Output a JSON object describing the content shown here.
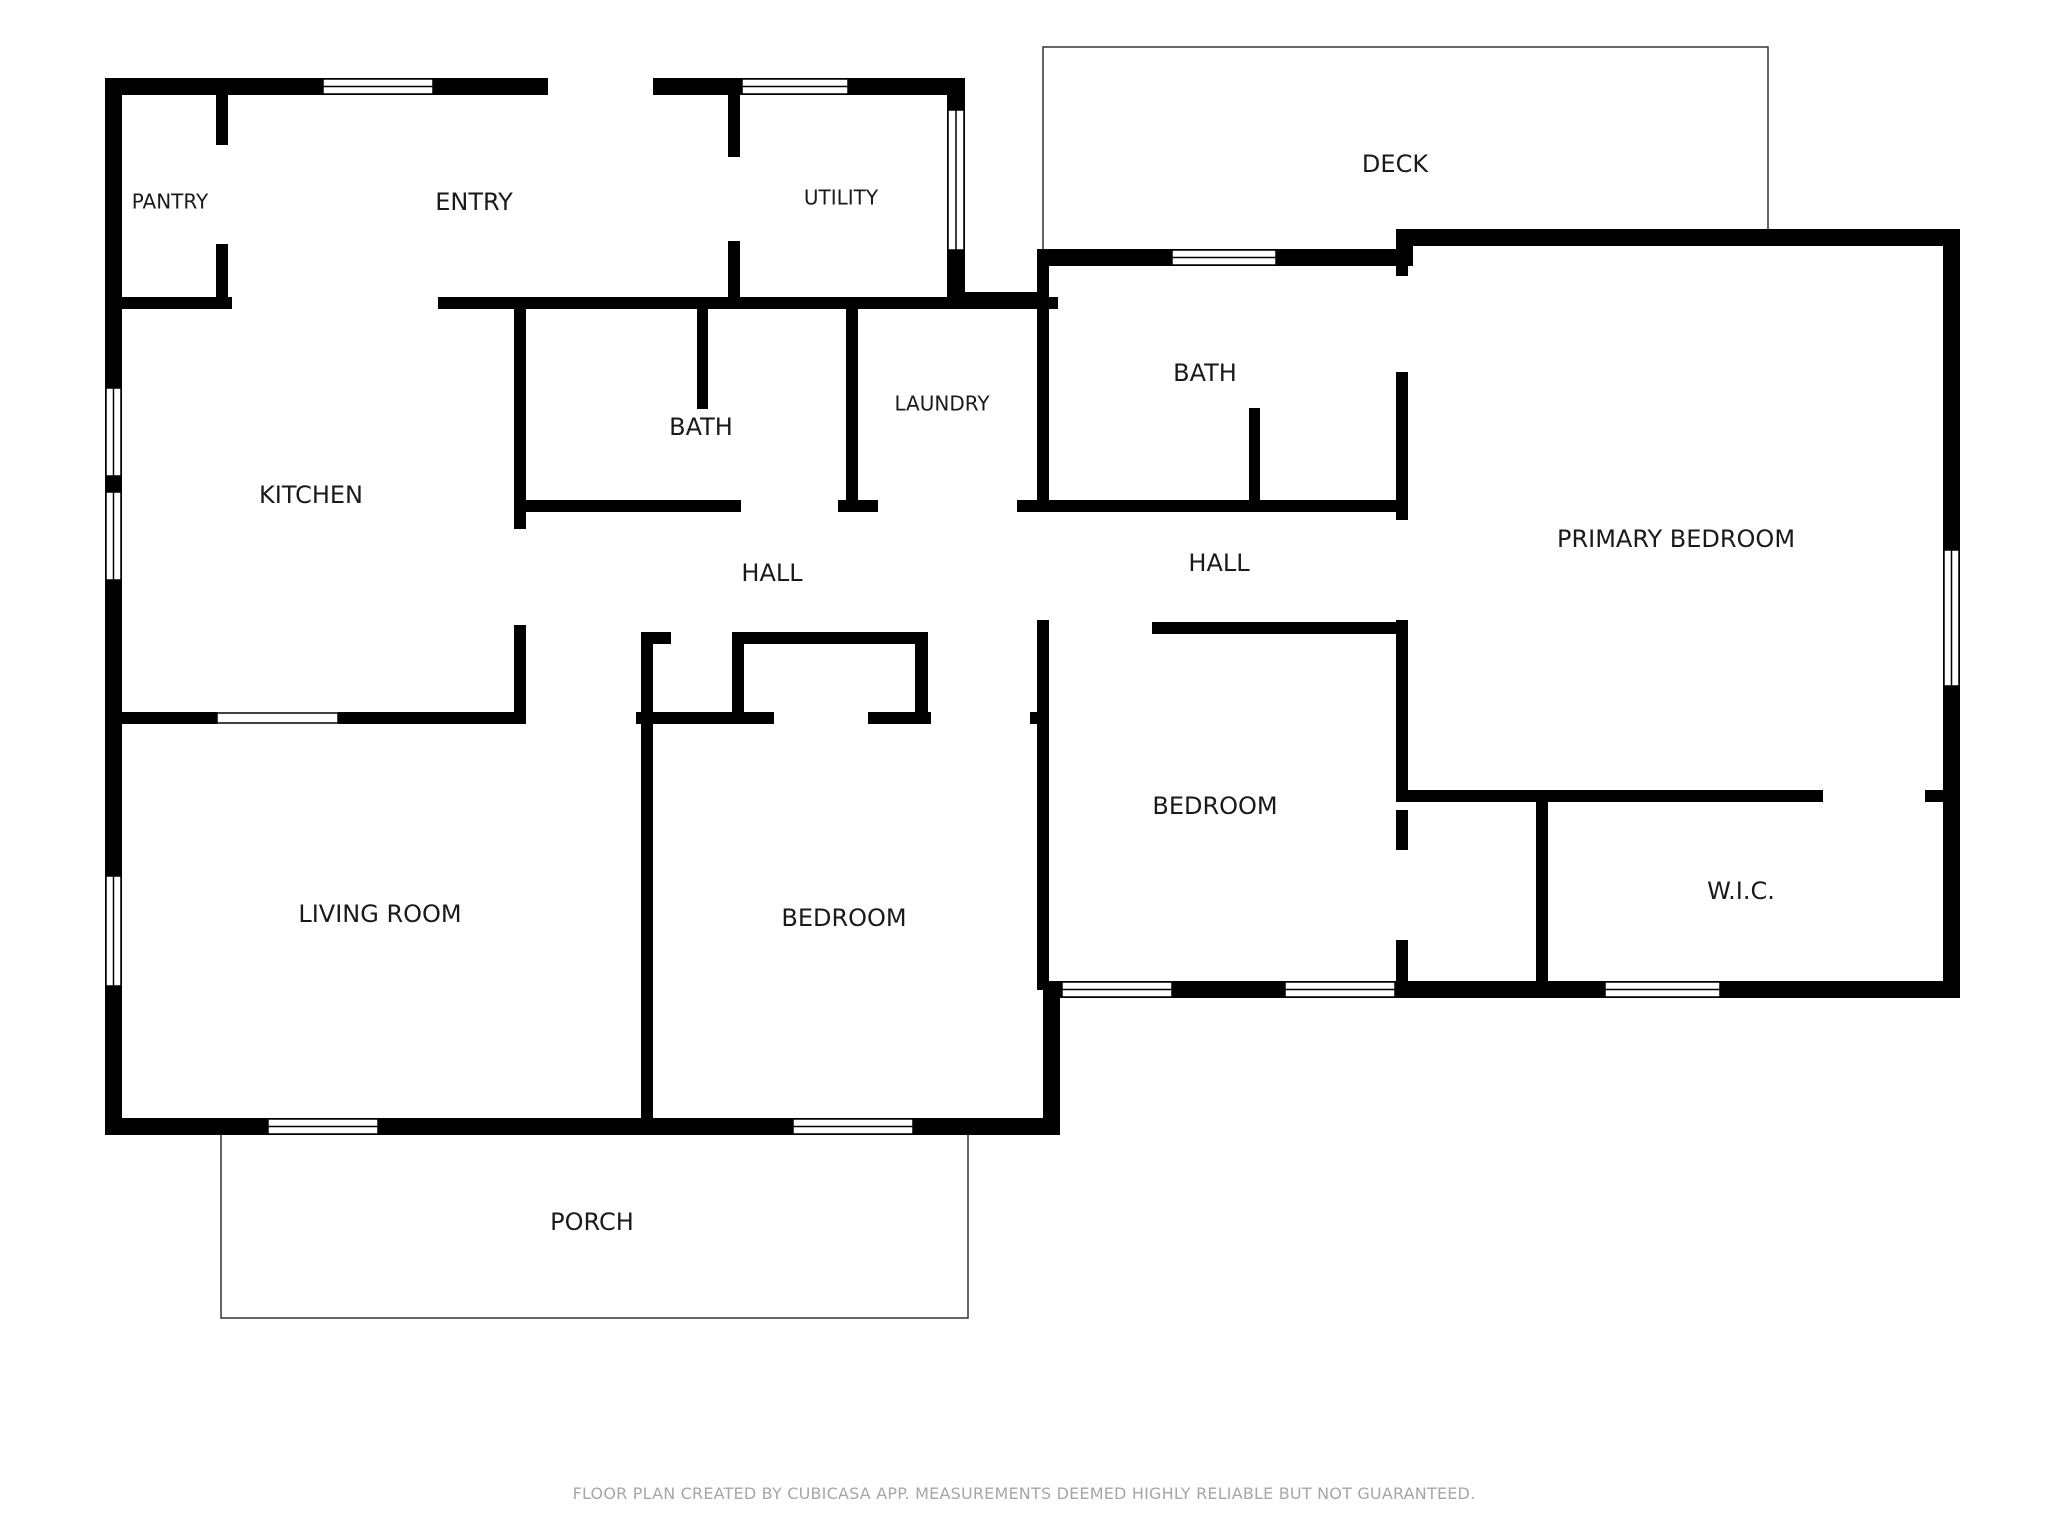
{
  "rooms": {
    "pantry": "PANTRY",
    "entry": "ENTRY",
    "utility": "UTILITY",
    "deck": "DECK",
    "kitchen": "KITCHEN",
    "bath_1": "BATH",
    "laundry": "LAUNDRY",
    "bath_2": "BATH",
    "primary_bedroom": "PRIMARY BEDROOM",
    "hall_1": "HALL",
    "hall_2": "HALL",
    "living_room": "LIVING ROOM",
    "bedroom_1": "BEDROOM",
    "bedroom_2": "BEDROOM",
    "wic": "W.I.C.",
    "porch": "PORCH"
  },
  "footer": {
    "disclaimer": "FLOOR PLAN CREATED BY CUBICASA APP. MEASUREMENTS DEEMED HIGHLY RELIABLE BUT NOT GUARANTEED."
  },
  "colors": {
    "wall": "#000000",
    "background": "#ffffff",
    "label": "#1a1a1a",
    "footer_text": "#a6a6a6"
  }
}
